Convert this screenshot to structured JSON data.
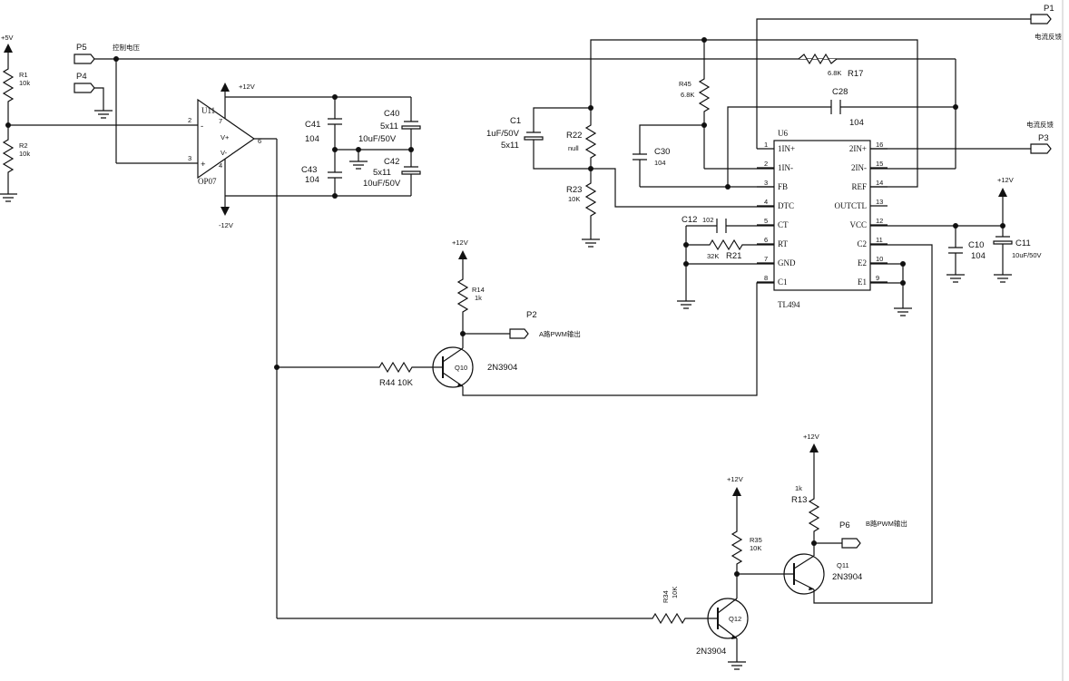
{
  "ports": {
    "p5": {
      "name": "P5",
      "label": "控制电压"
    },
    "p4": {
      "name": "P4"
    },
    "p1": {
      "name": "P1",
      "label": "电流反馈"
    },
    "p3": {
      "name": "P3",
      "label": "电流反馈"
    },
    "p2": {
      "name": "P2",
      "label": "A路PWM输出"
    },
    "p6": {
      "name": "P6",
      "label": "B路PWM输出"
    }
  },
  "power": {
    "v5": "+5V",
    "v12": "+12V",
    "vneg12": "-12V"
  },
  "resistors": {
    "r1": {
      "ref": "R1",
      "value": "10k"
    },
    "r2": {
      "ref": "R2",
      "value": "10k"
    },
    "r14": {
      "ref": "R14",
      "value": "1k"
    },
    "r44": {
      "ref": "R44",
      "value": "10K"
    },
    "r45": {
      "ref": "R45",
      "value": "6.8K"
    },
    "r17": {
      "ref": "R17",
      "value": "6.8K"
    },
    "r22": {
      "ref": "R22",
      "value": "null"
    },
    "r23": {
      "ref": "R23",
      "value": "10K"
    },
    "r21": {
      "ref": "R21",
      "value": "32K"
    },
    "r13": {
      "ref": "R13",
      "value": "1k"
    },
    "r35": {
      "ref": "R35",
      "value": "10K"
    },
    "r34": {
      "ref": "R34",
      "value": "10K"
    }
  },
  "capacitors": {
    "c41": {
      "ref": "C41",
      "value": "104"
    },
    "c43": {
      "ref": "C43",
      "value": "104"
    },
    "c40": {
      "ref": "C40",
      "size": "5x11",
      "value": "10uF/50V"
    },
    "c42": {
      "ref": "C42",
      "size": "5x11",
      "value": "10uF/50V"
    },
    "c1": {
      "ref": "C1",
      "value": "1uF/50V",
      "size": "5x11"
    },
    "c30": {
      "ref": "C30",
      "value": "104"
    },
    "c28": {
      "ref": "C28",
      "value": "104"
    },
    "c12": {
      "ref": "C12",
      "value": "102"
    },
    "c10": {
      "ref": "C10",
      "value": "104"
    },
    "c11": {
      "ref": "C11",
      "value": "10uF/50V"
    }
  },
  "opamp": {
    "ref": "U11",
    "part": "OP07",
    "pin_inv": "2",
    "pin_noninv": "3",
    "pin_out": "6",
    "pin_vpos": "7",
    "pin_vneg": "4",
    "lbl_vpos": "V+",
    "lbl_vneg": "V-",
    "sym_minus": "-",
    "sym_plus": "+"
  },
  "u6": {
    "ref": "U6",
    "part": "TL494",
    "left_pins": [
      {
        "num": "1",
        "name": "1IN+"
      },
      {
        "num": "2",
        "name": "1IN-"
      },
      {
        "num": "3",
        "name": "FB"
      },
      {
        "num": "4",
        "name": "DTC"
      },
      {
        "num": "5",
        "name": "CT"
      },
      {
        "num": "6",
        "name": "RT"
      },
      {
        "num": "7",
        "name": "GND"
      },
      {
        "num": "8",
        "name": "C1"
      }
    ],
    "right_pins": [
      {
        "num": "16",
        "name": "2IN+"
      },
      {
        "num": "15",
        "name": "2IN-"
      },
      {
        "num": "14",
        "name": "REF"
      },
      {
        "num": "13",
        "name": "OUTCTL"
      },
      {
        "num": "12",
        "name": "VCC"
      },
      {
        "num": "11",
        "name": "C2"
      },
      {
        "num": "10",
        "name": "E2"
      },
      {
        "num": "9",
        "name": "E1"
      }
    ]
  },
  "transistors": {
    "q10": {
      "ref": "Q10",
      "part": "2N3904"
    },
    "q11": {
      "ref": "Q11",
      "part": "2N3904"
    },
    "q12": {
      "ref": "Q12",
      "part": "2N3904"
    }
  }
}
